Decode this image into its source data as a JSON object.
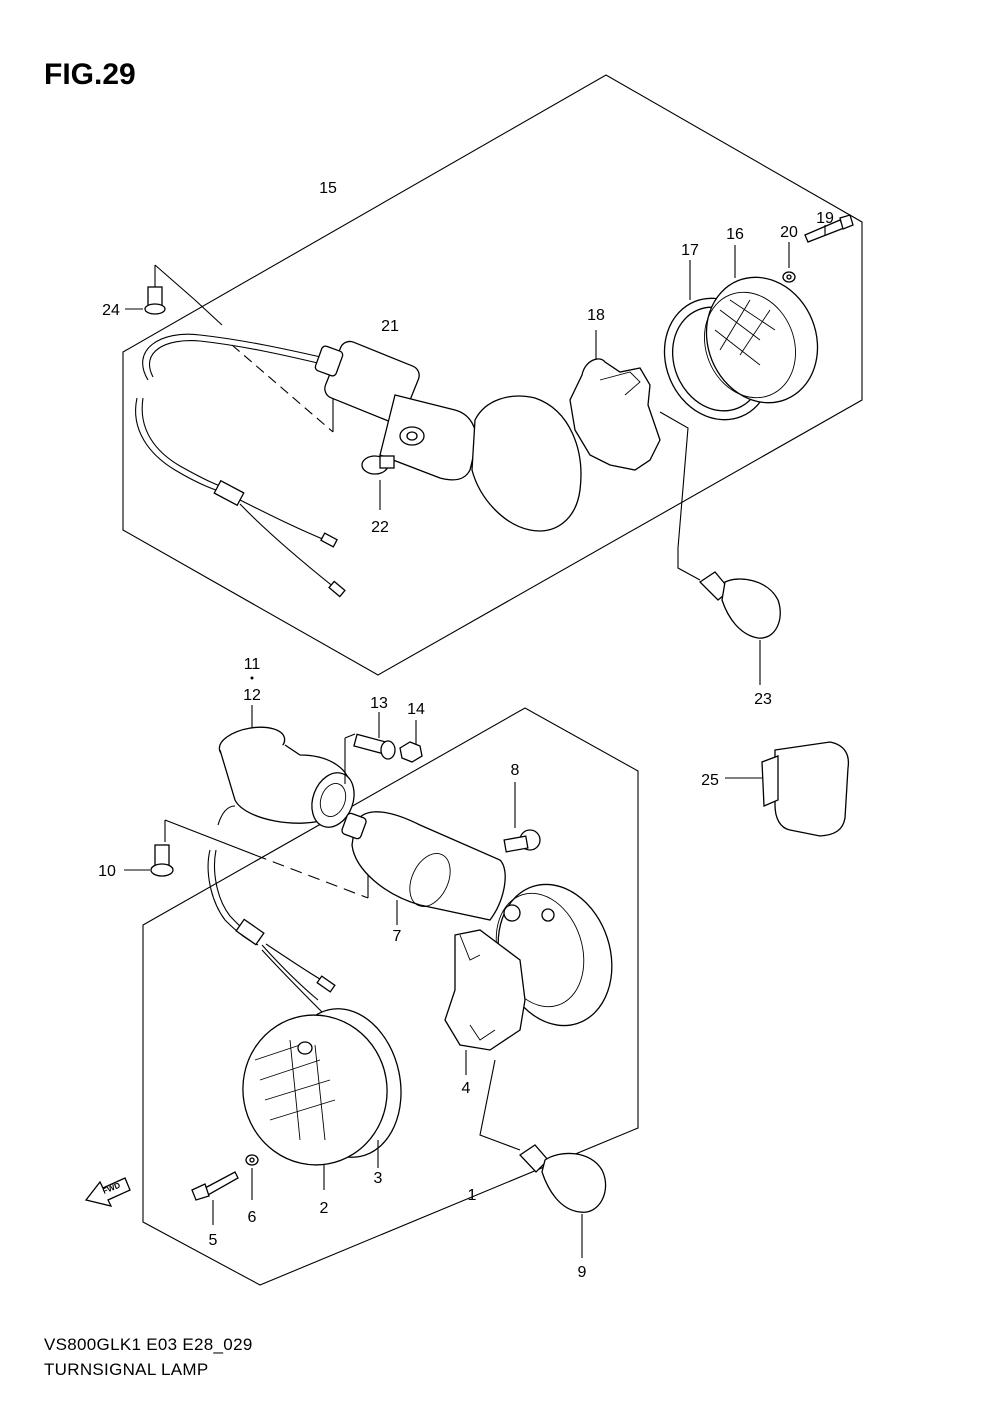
{
  "figure": {
    "title": "FIG.29",
    "model_code": "VS800GLK1 E03 E28_029",
    "name": "TURNSIGNAL LAMP",
    "fwd_label": "FWD"
  },
  "callouts": [
    {
      "id": "1",
      "text": "1"
    },
    {
      "id": "2",
      "text": "2"
    },
    {
      "id": "3",
      "text": "3"
    },
    {
      "id": "4",
      "text": "4"
    },
    {
      "id": "5",
      "text": "5"
    },
    {
      "id": "6",
      "text": "6"
    },
    {
      "id": "7",
      "text": "7"
    },
    {
      "id": "8",
      "text": "8"
    },
    {
      "id": "9",
      "text": "9"
    },
    {
      "id": "10",
      "text": "10"
    },
    {
      "id": "11",
      "text": "11"
    },
    {
      "id": "12",
      "text": "12"
    },
    {
      "id": "13",
      "text": "13"
    },
    {
      "id": "14",
      "text": "14"
    },
    {
      "id": "15",
      "text": "15"
    },
    {
      "id": "16",
      "text": "16"
    },
    {
      "id": "17",
      "text": "17"
    },
    {
      "id": "18",
      "text": "18"
    },
    {
      "id": "19",
      "text": "19"
    },
    {
      "id": "20",
      "text": "20"
    },
    {
      "id": "21",
      "text": "21"
    },
    {
      "id": "22",
      "text": "22"
    },
    {
      "id": "23",
      "text": "23"
    },
    {
      "id": "24",
      "text": "24"
    },
    {
      "id": "25",
      "text": "25"
    }
  ]
}
